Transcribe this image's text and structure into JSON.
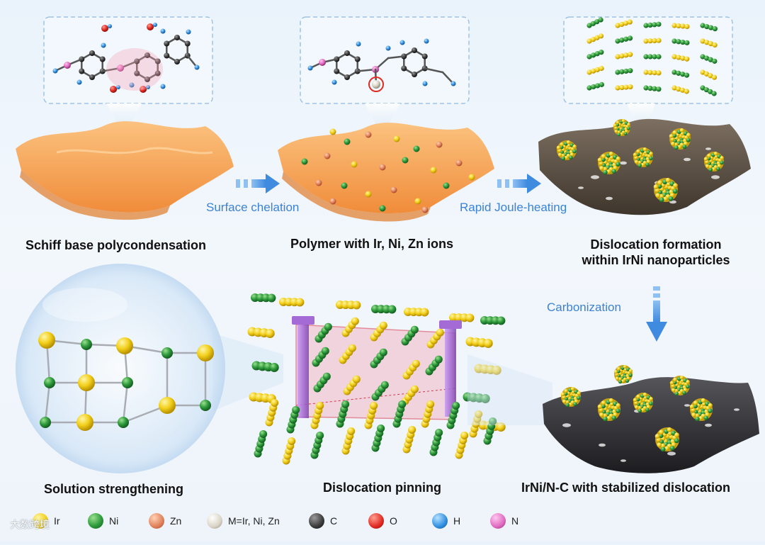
{
  "captions": {
    "schiff": "Schiff base polycondensation",
    "polymer": "Polymer with Ir, Ni, Zn ions",
    "dislocation_line1": "Dislocation formation",
    "dislocation_line2": "within IrNi nanoparticles",
    "solution": "Solution strengthening",
    "pinning": "Dislocation pinning",
    "irni": "IrNi/N-C with stabilized dislocation"
  },
  "arrows": {
    "surface": "Surface chelation",
    "joule": "Rapid Joule-heating",
    "carbon": "Carbonization"
  },
  "legend": [
    {
      "label": "Ir",
      "color": "#f2cf1a"
    },
    {
      "label": "Ni",
      "color": "#2e9b3c"
    },
    {
      "label": "Zn",
      "color": "#e0805a"
    },
    {
      "label": "M=Ir, Ni, Zn",
      "color": "#d9d4c5"
    },
    {
      "label": "C",
      "color": "#3a3a3a"
    },
    {
      "label": "O",
      "color": "#e02a22"
    },
    {
      "label": "H",
      "color": "#2f8fe0"
    },
    {
      "label": "N",
      "color": "#e06ac0"
    }
  ],
  "colors": {
    "ir": "#f2cf1a",
    "ni": "#2e9b3c",
    "zn": "#e0805a",
    "polymer": "#f7a25c",
    "carbon_sheet": "#5a4e42",
    "dark_sheet": "#2b2b2e",
    "arrow": "#4a90e2",
    "plane": "#f2b8c6",
    "pillar": "#a46ad6"
  },
  "watermark": "大数跨境"
}
